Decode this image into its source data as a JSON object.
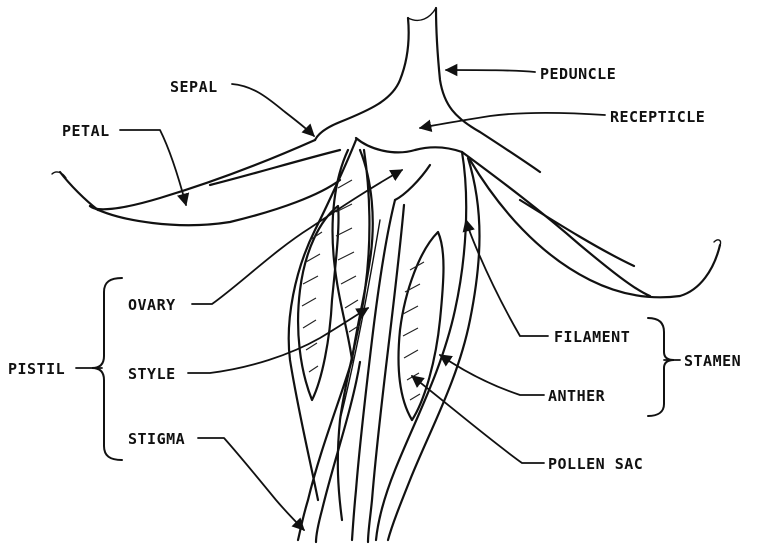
{
  "labels": {
    "peduncle": "PEDUNCLE",
    "sepal": "SEPAL",
    "recepticle": "RECEPTICLE",
    "petal": "PETAL",
    "ovary": "OVARY",
    "style": "STYLE",
    "stigma": "STIGMA",
    "pistil": "PISTIL",
    "filament": "FILAMENT",
    "anther": "ANTHER",
    "pollen_sac": "POLLEN SAC",
    "stamen": "STAMEN"
  },
  "colors": {
    "ink": "#111111",
    "background": "#ffffff"
  }
}
